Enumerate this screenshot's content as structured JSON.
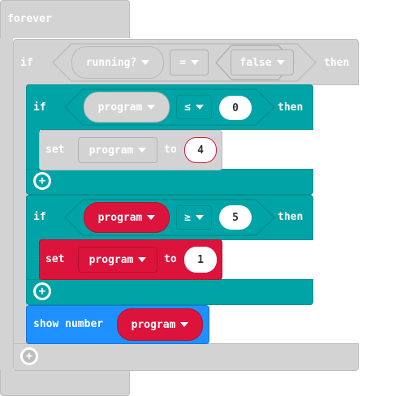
{
  "forever": {
    "label": "forever"
  },
  "if_outer": {
    "if_label": "if",
    "then_label": "then",
    "left_var": "running?",
    "operator": "=",
    "right_value": "false"
  },
  "if_inner1": {
    "if_label": "if",
    "then_label": "then",
    "variable": "program",
    "operator": "≤",
    "value": "0",
    "set": {
      "set_label": "set",
      "variable": "program",
      "to_label": "to",
      "value": "4"
    }
  },
  "if_inner2": {
    "if_label": "if",
    "then_label": "then",
    "variable": "program",
    "operator": "≥",
    "value": "5",
    "set": {
      "set_label": "set",
      "variable": "program",
      "to_label": "to",
      "value": "1"
    }
  },
  "show_number": {
    "label": "show number",
    "variable": "program"
  },
  "colors": {
    "loops": "#d3d3d3",
    "logic": "#00a4a6",
    "variables": "#dc143c",
    "basic": "#1e90ff"
  },
  "icons": [
    "plus-icon",
    "dropdown-arrow-icon"
  ]
}
